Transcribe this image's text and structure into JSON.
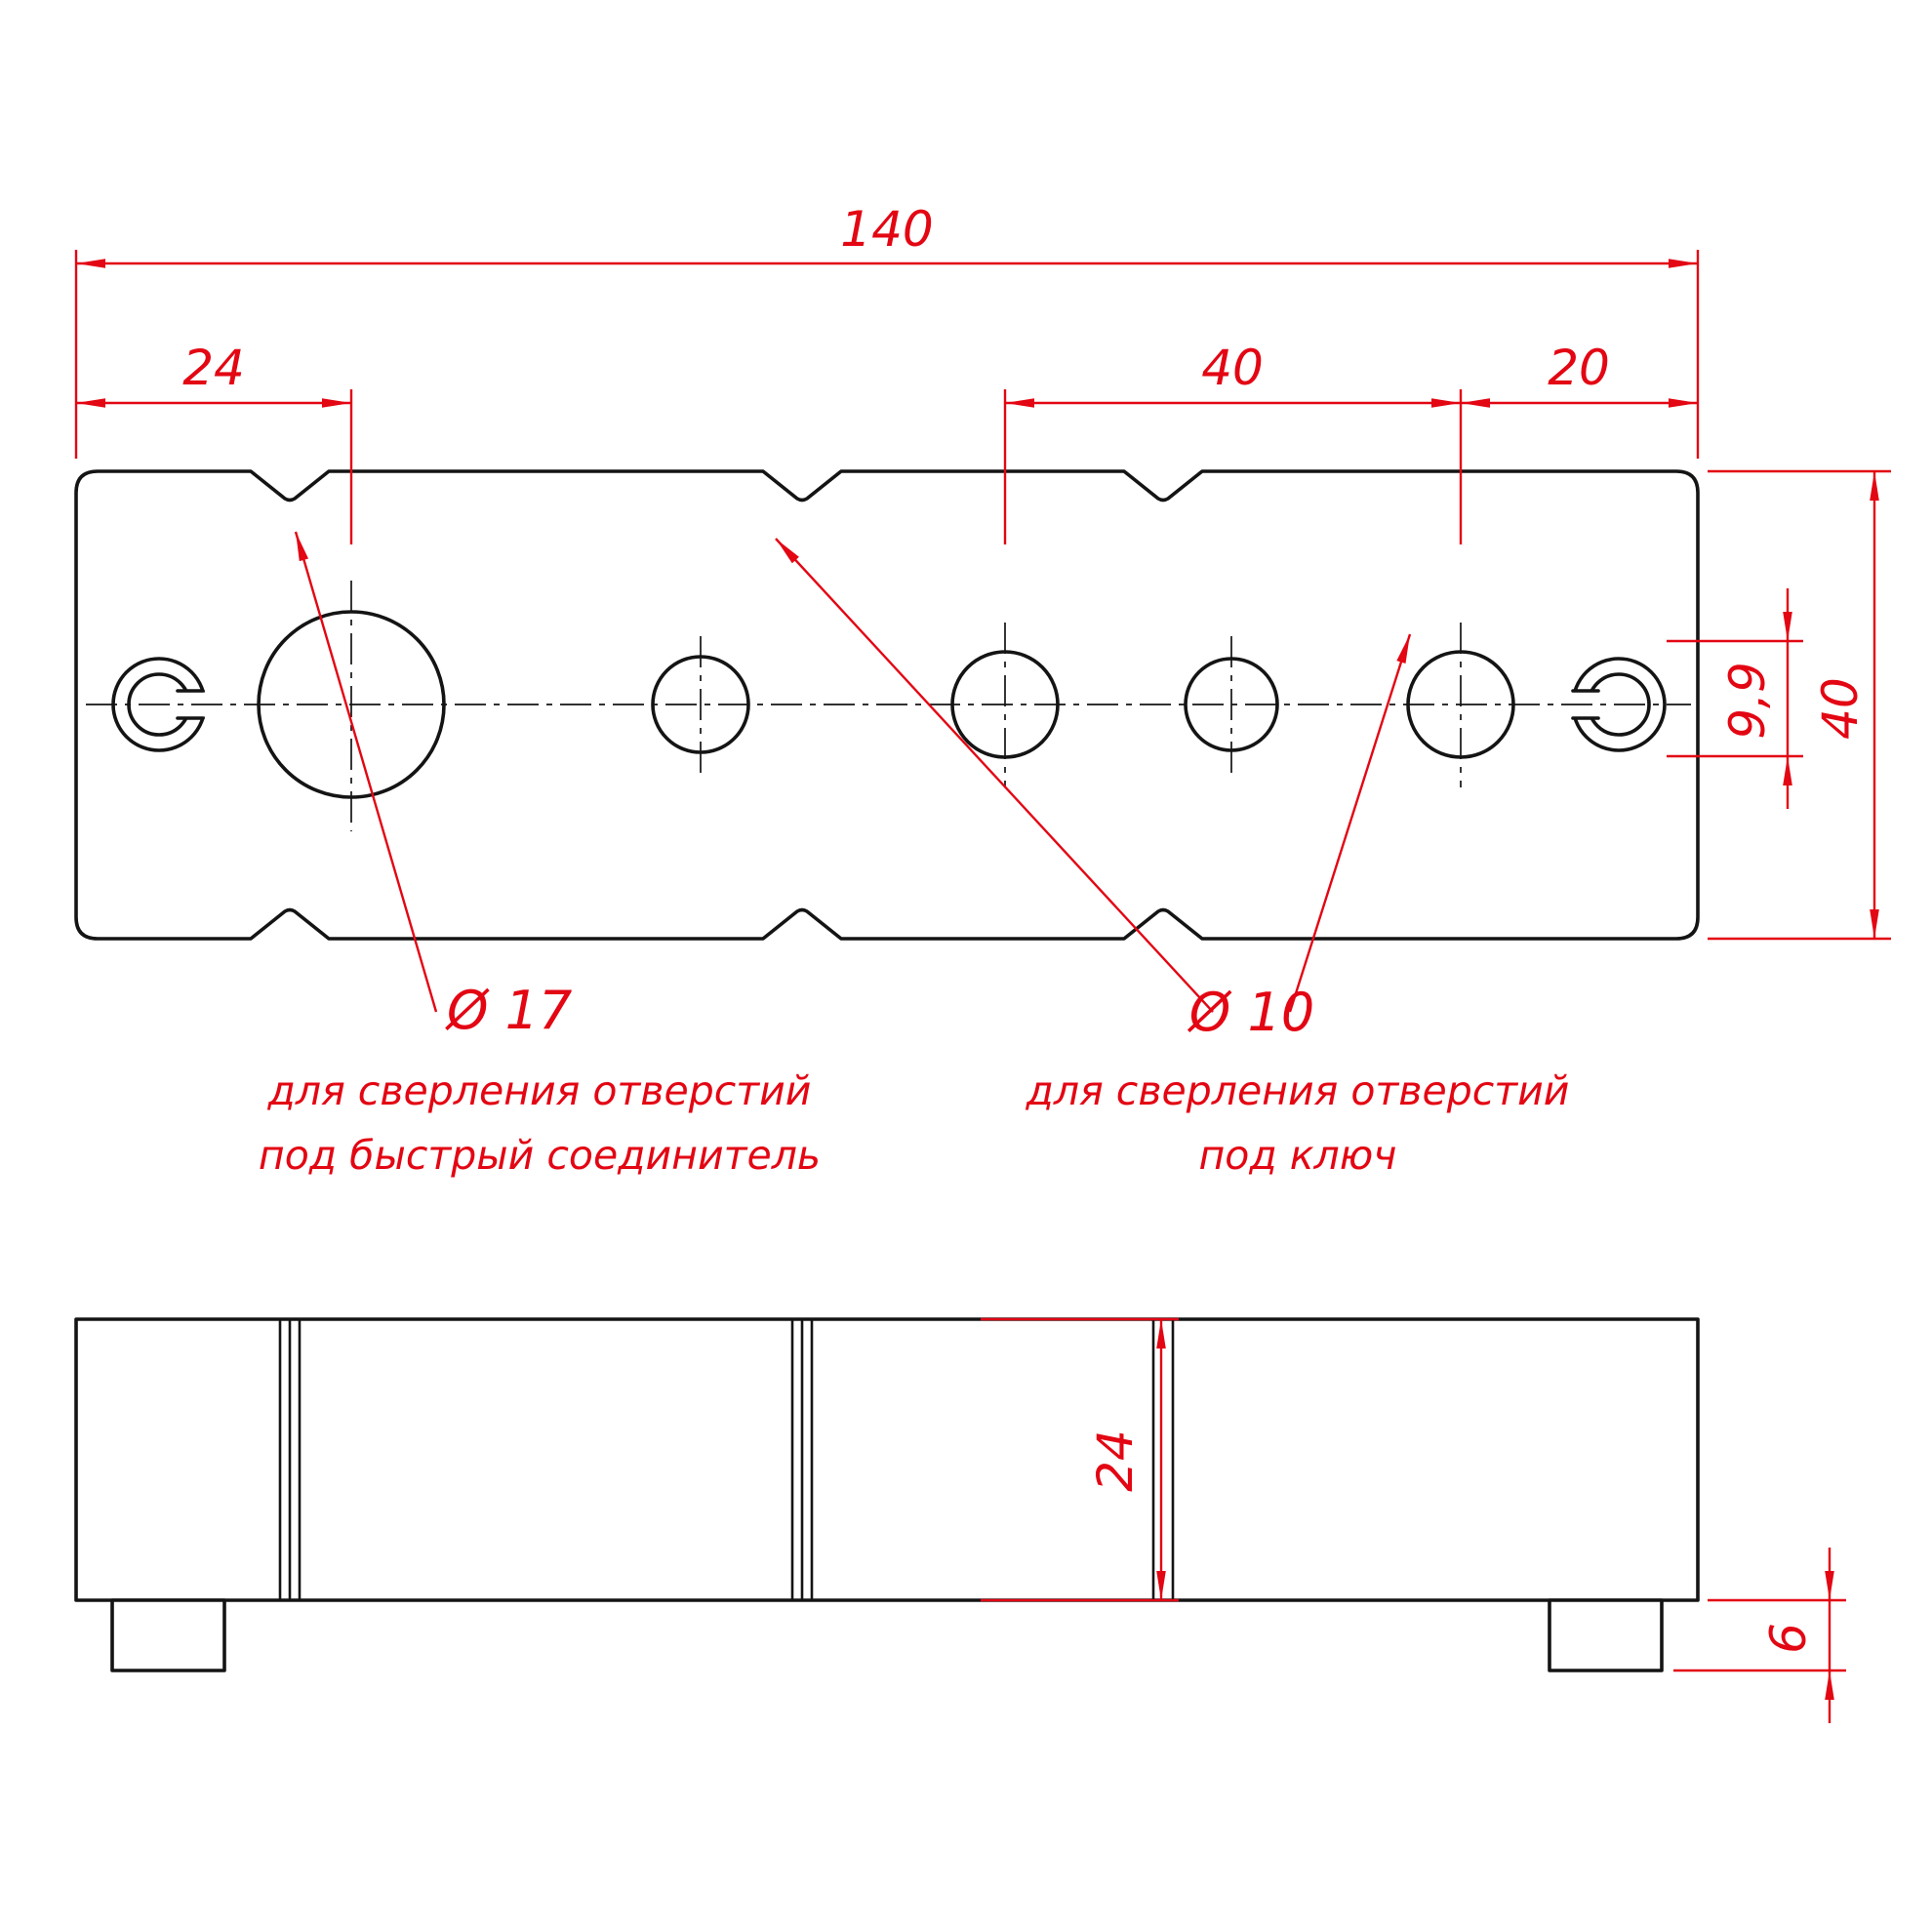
{
  "drawing": {
    "colors": {
      "dimension_red": "#e30613",
      "outline_black": "#141414"
    },
    "top_view": {
      "dim_total_width": "140",
      "dim_left_to_big_hole": "24",
      "dim_key_holes_spacing": "40",
      "dim_right_offset": "20",
      "dim_height": "40",
      "dim_slot": "9,9"
    },
    "callouts": {
      "big_hole": {
        "diameter": "Ø 17",
        "note_line1": "для сверления отверстий",
        "note_line2": "под быстрый соединитель"
      },
      "key_holes": {
        "diameter": "Ø 10",
        "note_line1": "для сверления отверстий",
        "note_line2": "под ключ"
      }
    },
    "front_view": {
      "dim_body_height": "24",
      "dim_foot_height": "6"
    }
  }
}
